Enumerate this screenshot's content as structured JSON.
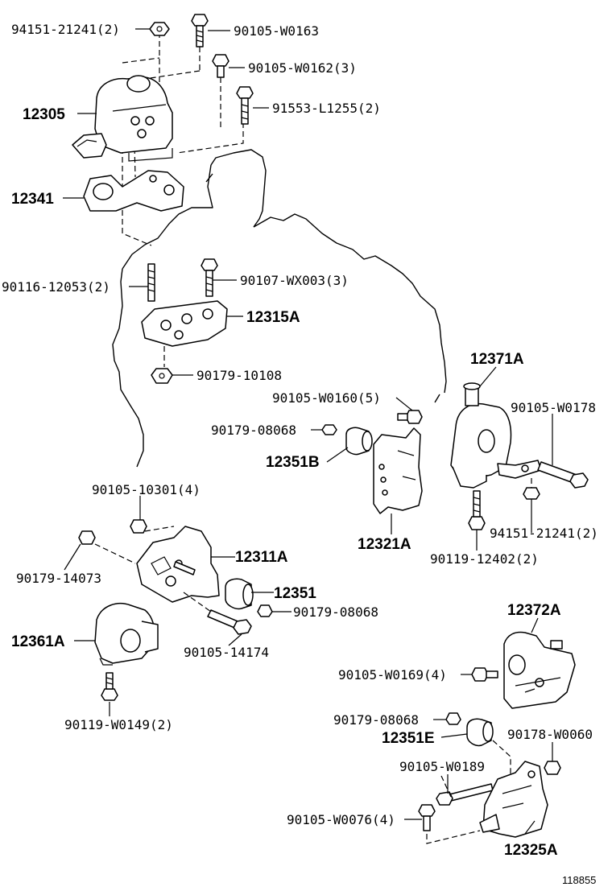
{
  "figure_number": "118855",
  "big_labels": {
    "p12305": "12305",
    "p12341": "12341",
    "p12315A": "12315A",
    "p12371A": "12371A",
    "p12351B": "12351B",
    "p12321A": "12321A",
    "p12311A": "12311A",
    "p12351": "12351",
    "p12361A": "12361A",
    "p12372A": "12372A",
    "p12351E": "12351E",
    "p12325A": "12325A"
  },
  "small_labels": {
    "n94151_21241_top": "94151-21241(2)",
    "b90105_W0163": "90105-W0163",
    "b90105_W0162": "90105-W0162(3)",
    "b91553_L1255": "91553-L1255(2)",
    "s90116_12053": "90116-12053(2)",
    "b90107_WX003": "90107-WX003(3)",
    "n90179_10108": "90179-10108",
    "b90105_W0160": "90105-W0160(5)",
    "n90179_08068_a": "90179-08068",
    "b90105_W0178": "90105-W0178",
    "n94151_21241_mid": "94151-21241(2)",
    "b90119_12402": "90119-12402(2)",
    "b90105_10301": "90105-10301(4)",
    "n90179_14073": "90179-14073",
    "n90179_08068_b": "90179-08068",
    "b90105_14174": "90105-14174",
    "b90119_W0149": "90119-W0149(2)",
    "b90105_W0169": "90105-W0169(4)",
    "n90179_08068_c": "90179-08068",
    "n90178_W0060": "90178-W0060",
    "b90105_W0189": "90105-W0189",
    "b90105_W0076": "90105-W0076(4)"
  }
}
